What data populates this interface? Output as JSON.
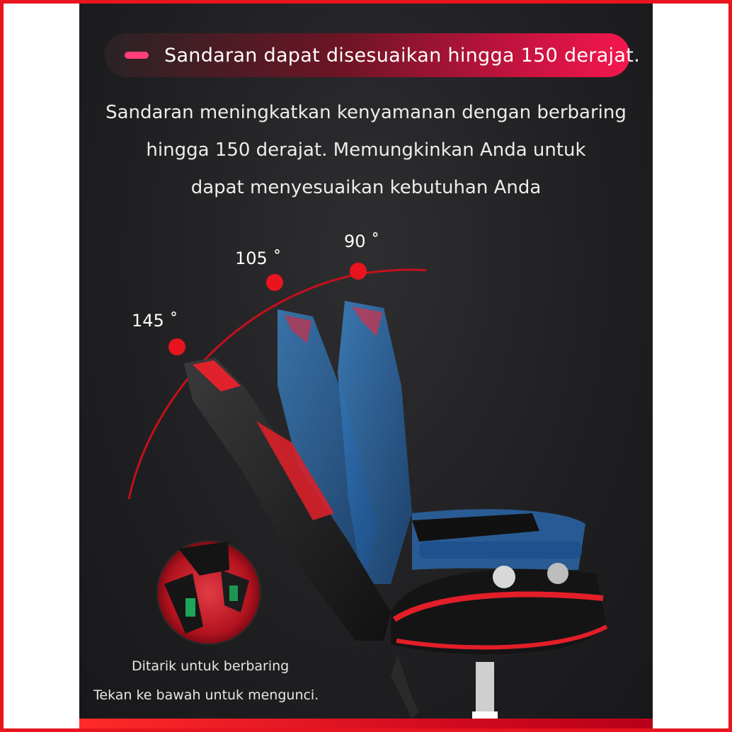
{
  "headline": "Sandaran dapat disesuaikan hingga 150 derajat.",
  "description": [
    "Sandaran meningkatkan kenyamanan dengan berbaring",
    "hingga 150 derajat. Memungkinkan Anda untuk",
    "dapat menyesuaikan kebutuhan Anda"
  ],
  "angles": {
    "a90": "90 ˚",
    "a105": "105 ˚",
    "a145": "145 ˚"
  },
  "lever_caption": [
    "Ditarik untuk berbaring",
    "Tekan ke bawah untuk mengunci."
  ],
  "colors": {
    "accent_red": "#e8141e",
    "pill_pink": "#f4174f",
    "panel_bg": "#1f1f21",
    "chair_blue": "#2f6fb0"
  },
  "icons": [
    "recline-lever-closeup",
    "gaming-chair"
  ]
}
